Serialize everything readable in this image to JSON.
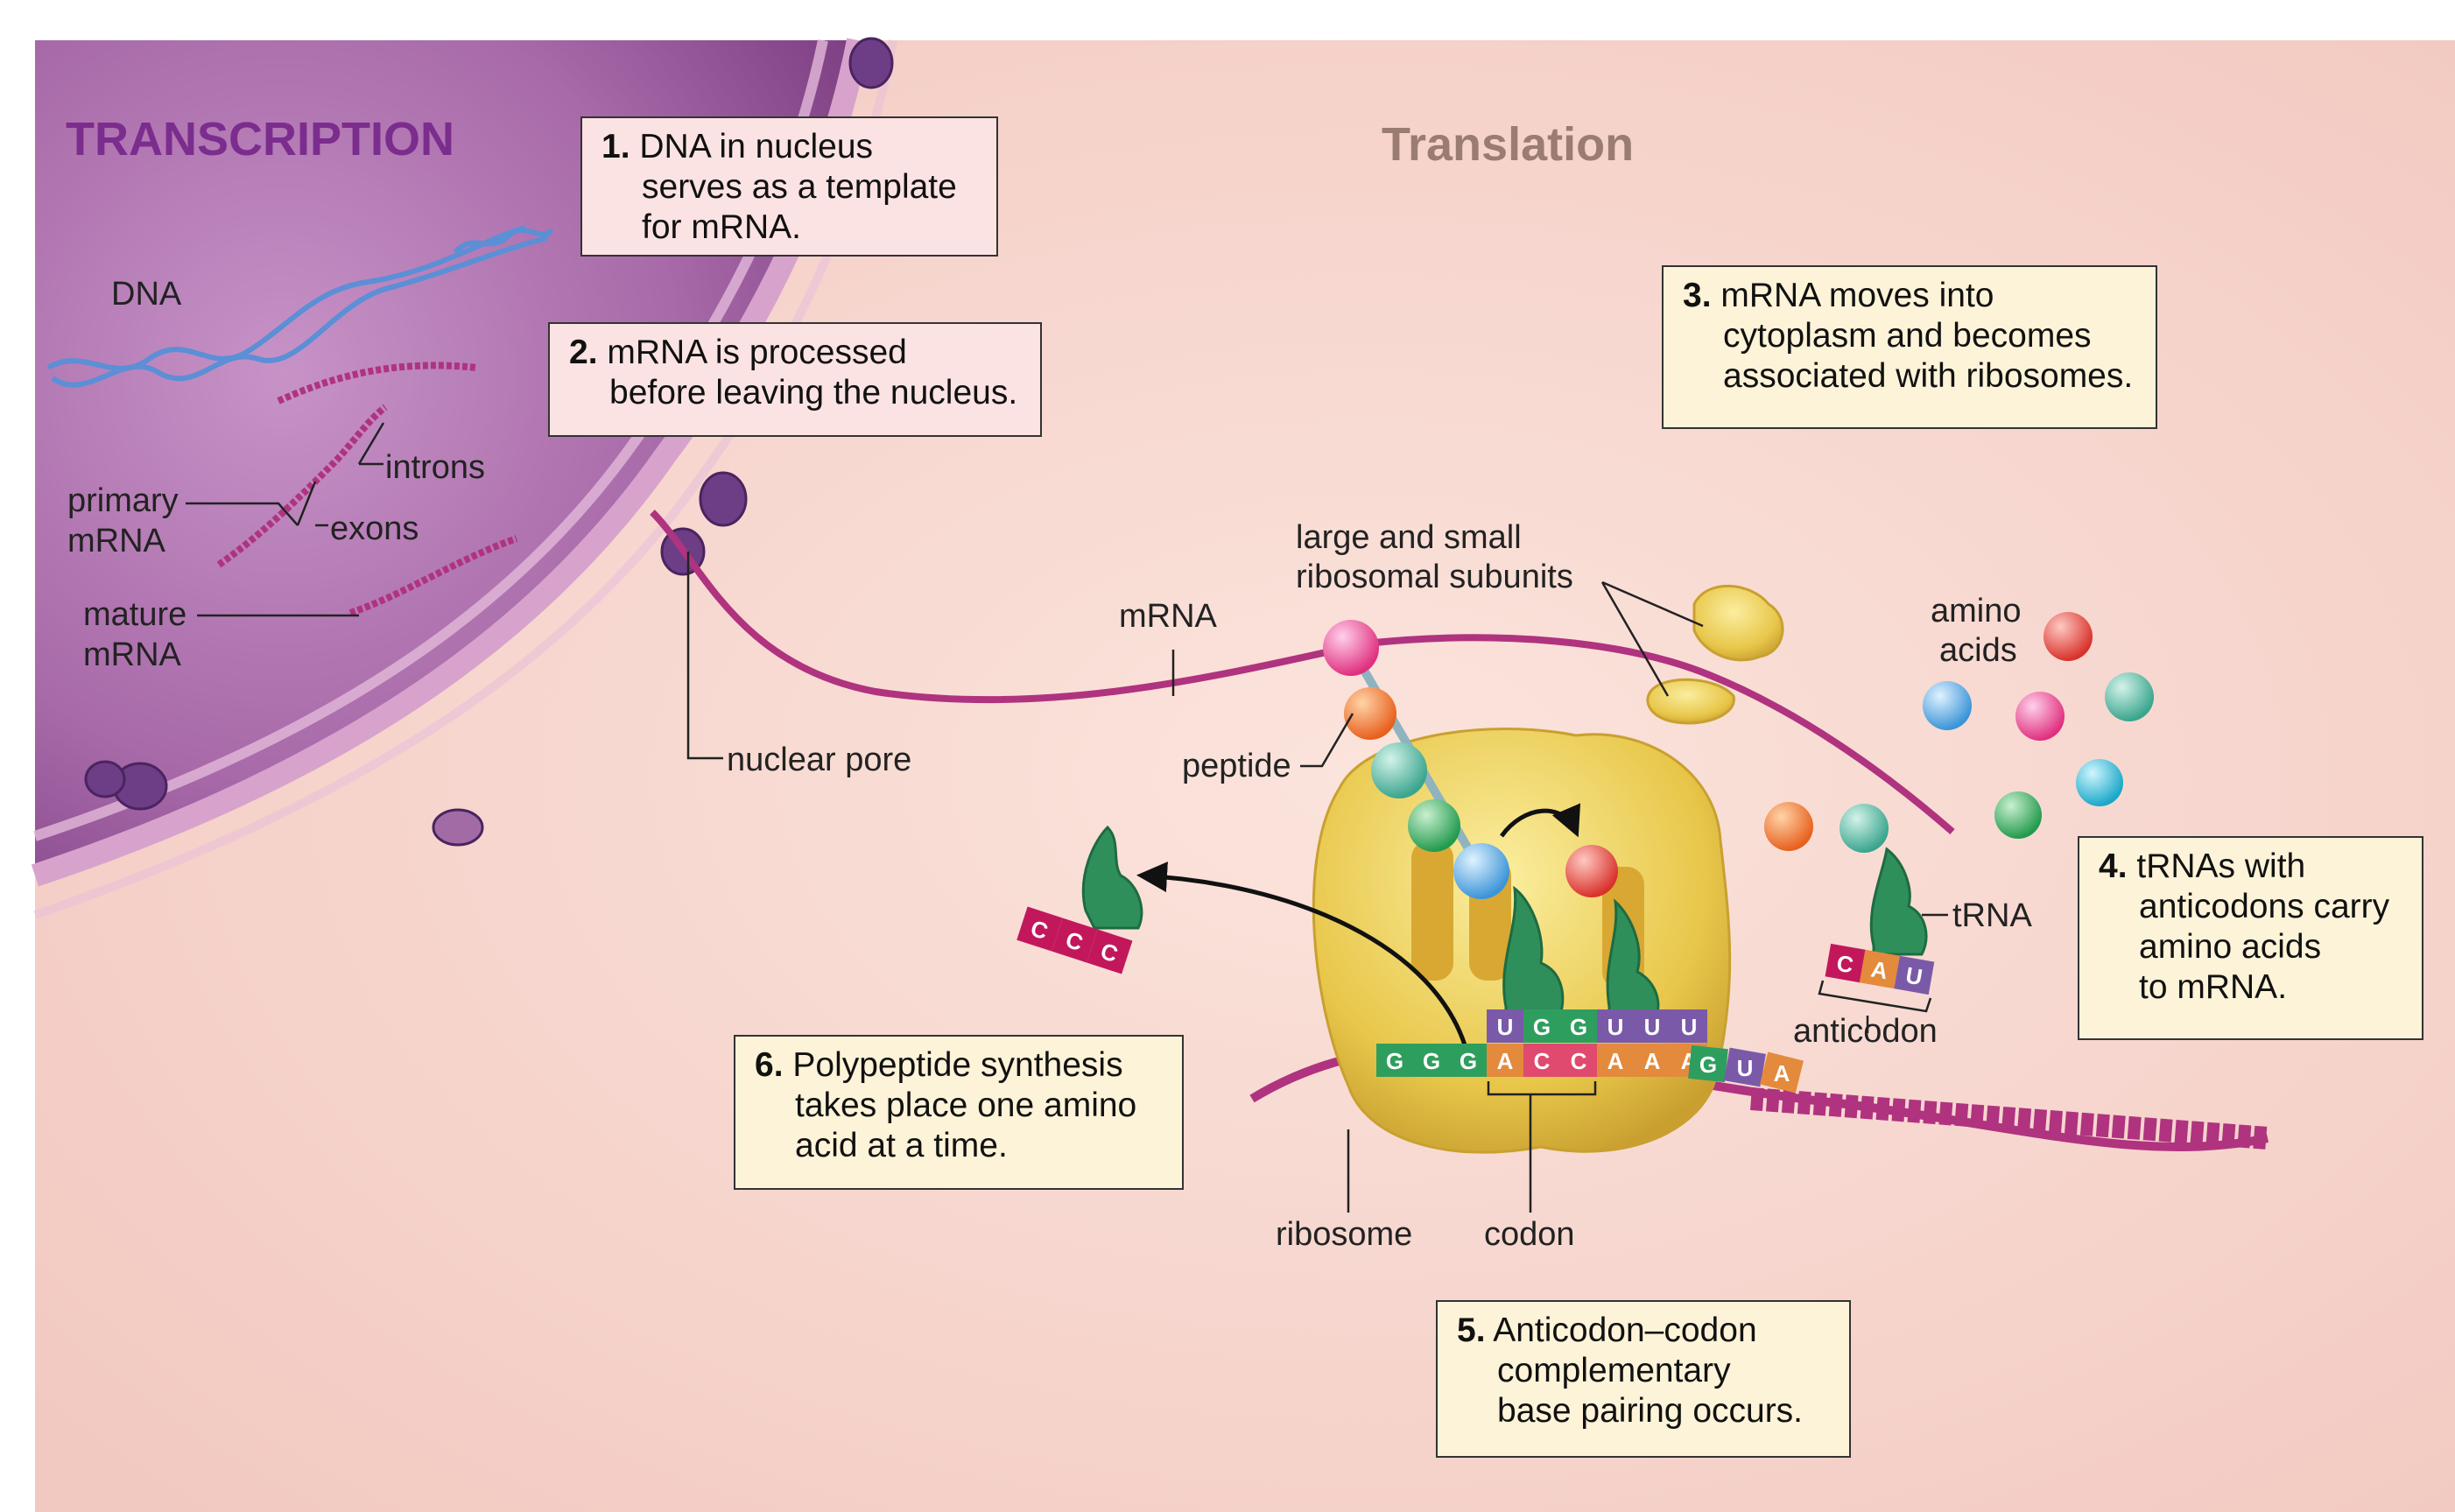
{
  "titles": {
    "transcription": "TRANSCRIPTION",
    "translation": "Translation"
  },
  "labels": {
    "dna": "DNA",
    "introns": "introns",
    "exons": "exons",
    "primary_mrna": [
      "primary",
      "mRNA"
    ],
    "mature_mrna": [
      "mature",
      "mRNA"
    ],
    "nuclear_pore": "nuclear pore",
    "mrna": "mRNA",
    "ribosomal_subunits": [
      "large and small",
      "ribosomal subunits"
    ],
    "amino_acids": [
      "amino",
      "acids"
    ],
    "peptide": "peptide",
    "trna": "tRNA",
    "anticodon": "anticodon",
    "ribosome": "ribosome",
    "codon": "codon"
  },
  "steps": [
    {
      "num": "1.",
      "lines": [
        "DNA in nucleus",
        "serves as a template",
        "for mRNA."
      ]
    },
    {
      "num": "2.",
      "lines": [
        "mRNA is processed",
        "before leaving the nucleus."
      ]
    },
    {
      "num": "3.",
      "lines": [
        "mRNA moves into",
        "cytoplasm and becomes",
        "associated with ribosomes."
      ]
    },
    {
      "num": "4.",
      "lines": [
        "tRNAs with",
        "anticodons carry",
        "amino acids",
        "to mRNA."
      ]
    },
    {
      "num": "5.",
      "lines": [
        "Anticodon–codon",
        "complementary",
        "base pairing occurs."
      ]
    },
    {
      "num": "6.",
      "lines": [
        "Polypeptide synthesis",
        "takes place one amino",
        "acid at a time."
      ]
    }
  ],
  "bases": {
    "free_trna_anticodon": [
      "C",
      "C",
      "C"
    ],
    "mrna_left": [
      "G",
      "G",
      "G"
    ],
    "codon_paired": [
      "A",
      "C",
      "C"
    ],
    "anticodon_paired": [
      "U",
      "G",
      "G"
    ],
    "mrna_mid": [
      "A",
      "A",
      "A"
    ],
    "anticodon_incoming": [
      "U",
      "U",
      "U"
    ],
    "mrna_right": [
      "G",
      "U",
      "A"
    ],
    "trna_anticodon": [
      "C",
      "A",
      "U"
    ]
  },
  "colors": {
    "nucleus": "#9a5a9e",
    "cytoplasm": "#f7d6cf",
    "mrna": "#b0337f",
    "dna": "#5b8fd6",
    "ribosome": "#e8c74a",
    "trna": "#2f8f5b",
    "box_fill": "#fdf3d8",
    "box_fill_pink": "#fce3e3"
  }
}
